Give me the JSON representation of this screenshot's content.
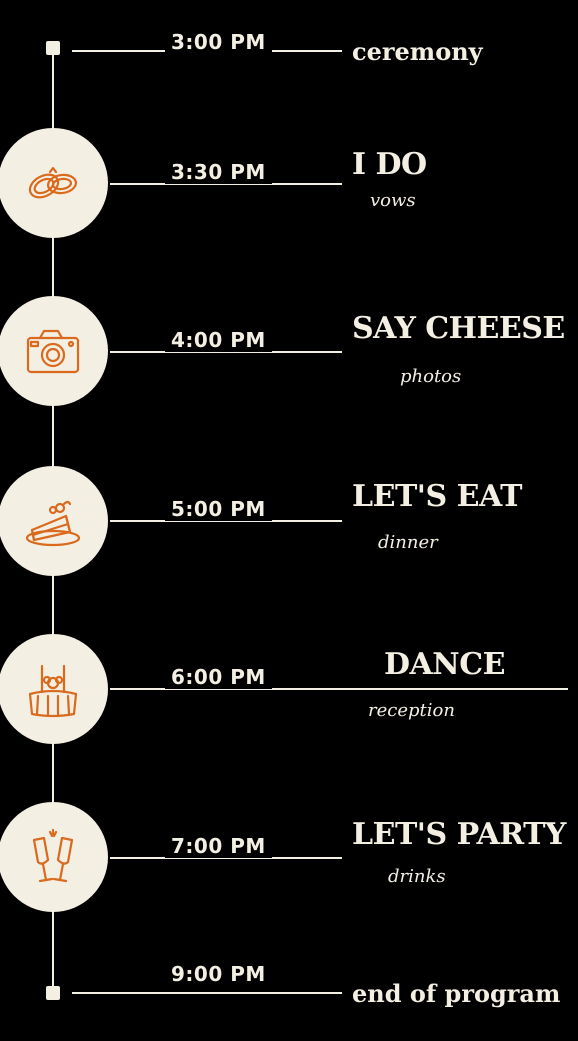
{
  "accent_color": "#d96a1e",
  "line_color": "#f4efe3",
  "background_color": "#000000",
  "timeline": [
    {
      "time": "3:00 PM",
      "title": "ceremony",
      "subtitle": "",
      "icon": "start-dot"
    },
    {
      "time": "3:30 PM",
      "title": "I DO",
      "subtitle": "vows",
      "icon": "wedding-rings-icon"
    },
    {
      "time": "4:00 PM",
      "title": "SAY CHEESE",
      "subtitle": "photos",
      "icon": "camera-icon"
    },
    {
      "time": "5:00 PM",
      "title": "LET'S EAT",
      "subtitle": "dinner",
      "icon": "cake-slice-icon"
    },
    {
      "time": "6:00 PM",
      "title": "DANCE",
      "subtitle": "reception",
      "icon": "banquet-table-icon"
    },
    {
      "time": "7:00 PM",
      "title": "LET'S PARTY",
      "subtitle": "drinks",
      "icon": "champagne-toast-icon"
    },
    {
      "time": "9:00 PM",
      "title": "end of program",
      "subtitle": "",
      "icon": "end-dot"
    }
  ]
}
